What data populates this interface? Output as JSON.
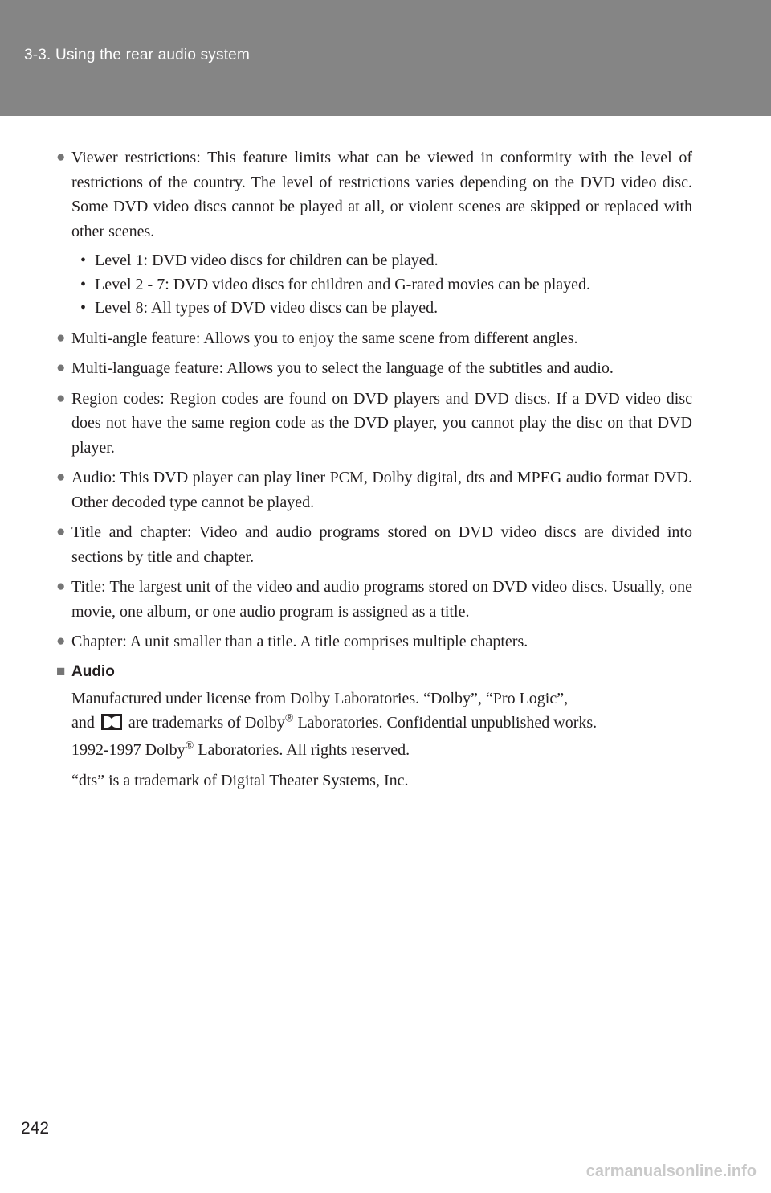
{
  "header": {
    "title": "3-3. Using the rear audio system"
  },
  "bullets": [
    {
      "text": "Viewer restrictions: This feature limits what can be viewed in conformity with the level of restrictions of the country. The level of restrictions varies depending on the DVD video disc. Some DVD video discs cannot be played at all, or violent scenes are skipped or replaced with other scenes."
    },
    {
      "text": "Multi-angle feature: Allows you to enjoy the same scene from different angles."
    },
    {
      "text": "Multi-language feature: Allows you to select the language of the subtitles and audio."
    },
    {
      "text": "Region codes: Region codes are found on DVD players and DVD discs. If a DVD video disc does not have the same region code as the DVD player, you cannot play the disc on that DVD player."
    },
    {
      "text": "Audio: This DVD player can play liner PCM, Dolby digital, dts and MPEG audio format DVD. Other decoded type cannot be played."
    },
    {
      "text": "Title and chapter: Video and audio programs stored on DVD video discs are divided into sections by title and chapter."
    },
    {
      "text": "Title: The largest unit of the video and audio programs stored on DVD video discs. Usually, one movie, one album, or one audio program is assigned as a title."
    },
    {
      "text": "Chapter: A unit smaller than a title. A title comprises multiple chapters."
    }
  ],
  "restriction_levels": [
    "Level 1: DVD video discs for children can be played.",
    "Level 2 - 7: DVD video discs for children and G-rated movies can be played.",
    "Level 8: All types of DVD video discs can be played."
  ],
  "audio_section": {
    "title": "Audio",
    "line1": "Manufactured under license from Dolby Laboratories. “Dolby”, “Pro Logic”,",
    "line2_a": "and",
    "line2_b": "are trademarks of Dolby",
    "line2_c": "Laboratories. Confidential unpublished works.",
    "line3_a": "1992-1997 Dolby",
    "line3_b": "Laboratories. All rights reserved.",
    "registered_mark": "®",
    "dts_note": "“dts” is a trademark of Digital Theater Systems, Inc."
  },
  "page_number": "242",
  "watermark": "carmanualsonline.info",
  "icons": {
    "bullet": "●",
    "subbullet": "•",
    "section_marker": "■",
    "dolby_logo": "double-d-logo"
  },
  "colors": {
    "header_bg": "#858585",
    "bullet_gray": "#757575",
    "text": "#231f20",
    "watermark": "#c9c9c9"
  }
}
